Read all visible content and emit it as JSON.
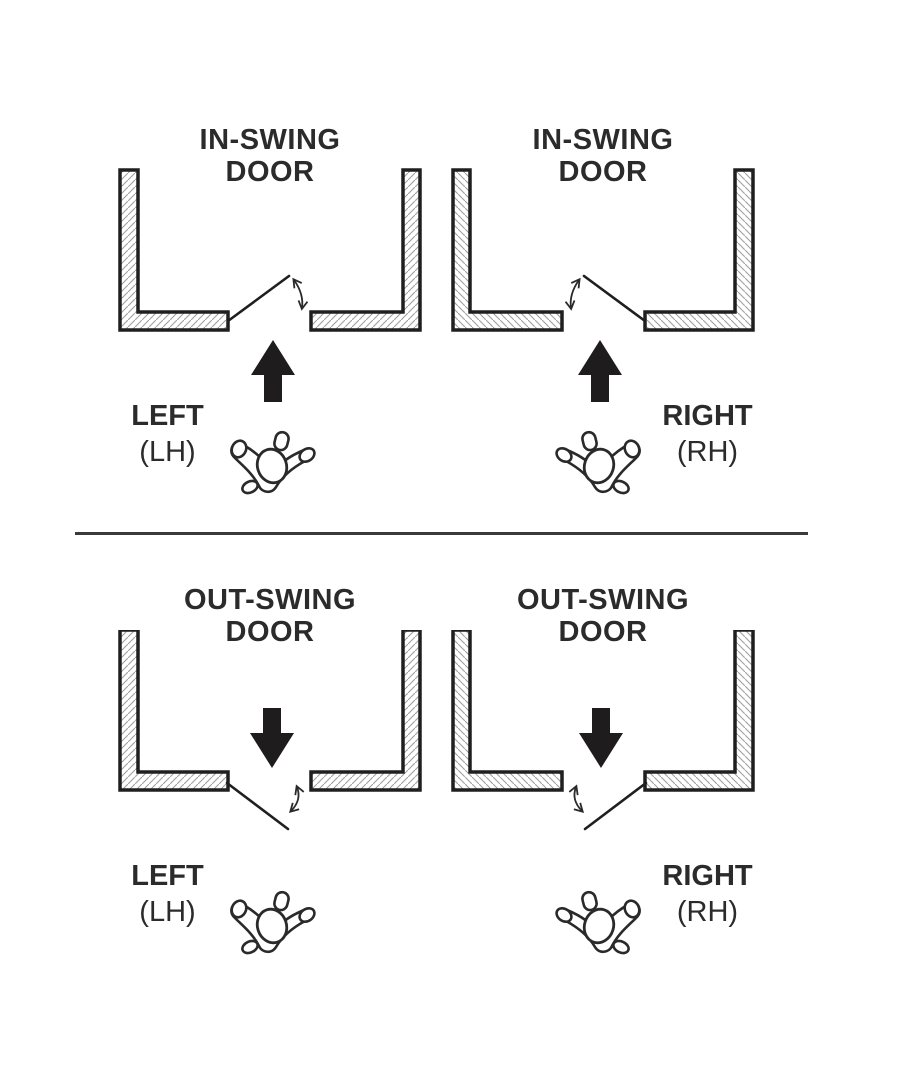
{
  "page": {
    "background_color": "#ffffff",
    "ink_color": "#231f20",
    "hatch_color": "#a0a0a0",
    "divider_color": "#3a3a3a"
  },
  "quadrants": [
    {
      "id": "in-swing-left",
      "title_line1": "IN-SWING",
      "title_line2": "DOOR",
      "swing": "in",
      "hand": "left",
      "hand_label": "LEFT",
      "hand_abbr": "(LH)",
      "icons": [
        "left-wall",
        "right-wall",
        "door-leaf",
        "swing-arc-icon",
        "travel-direction-arrow-icon",
        "person-top-view-icon"
      ]
    },
    {
      "id": "in-swing-right",
      "title_line1": "IN-SWING",
      "title_line2": "DOOR",
      "swing": "in",
      "hand": "right",
      "hand_label": "RIGHT",
      "hand_abbr": "(RH)",
      "icons": [
        "left-wall",
        "right-wall",
        "door-leaf",
        "swing-arc-icon",
        "travel-direction-arrow-icon",
        "person-top-view-icon"
      ]
    },
    {
      "id": "out-swing-left",
      "title_line1": "OUT-SWING",
      "title_line2": "DOOR",
      "swing": "out",
      "hand": "left",
      "hand_label": "LEFT",
      "hand_abbr": "(LH)",
      "icons": [
        "left-wall",
        "right-wall",
        "door-leaf",
        "swing-arc-icon",
        "travel-direction-arrow-icon",
        "person-top-view-icon"
      ]
    },
    {
      "id": "out-swing-right",
      "title_line1": "OUT-SWING",
      "title_line2": "DOOR",
      "swing": "out",
      "hand": "right",
      "hand_label": "RIGHT",
      "hand_abbr": "(RH)",
      "icons": [
        "left-wall",
        "right-wall",
        "door-leaf",
        "swing-arc-icon",
        "travel-direction-arrow-icon",
        "person-top-view-icon"
      ]
    }
  ]
}
